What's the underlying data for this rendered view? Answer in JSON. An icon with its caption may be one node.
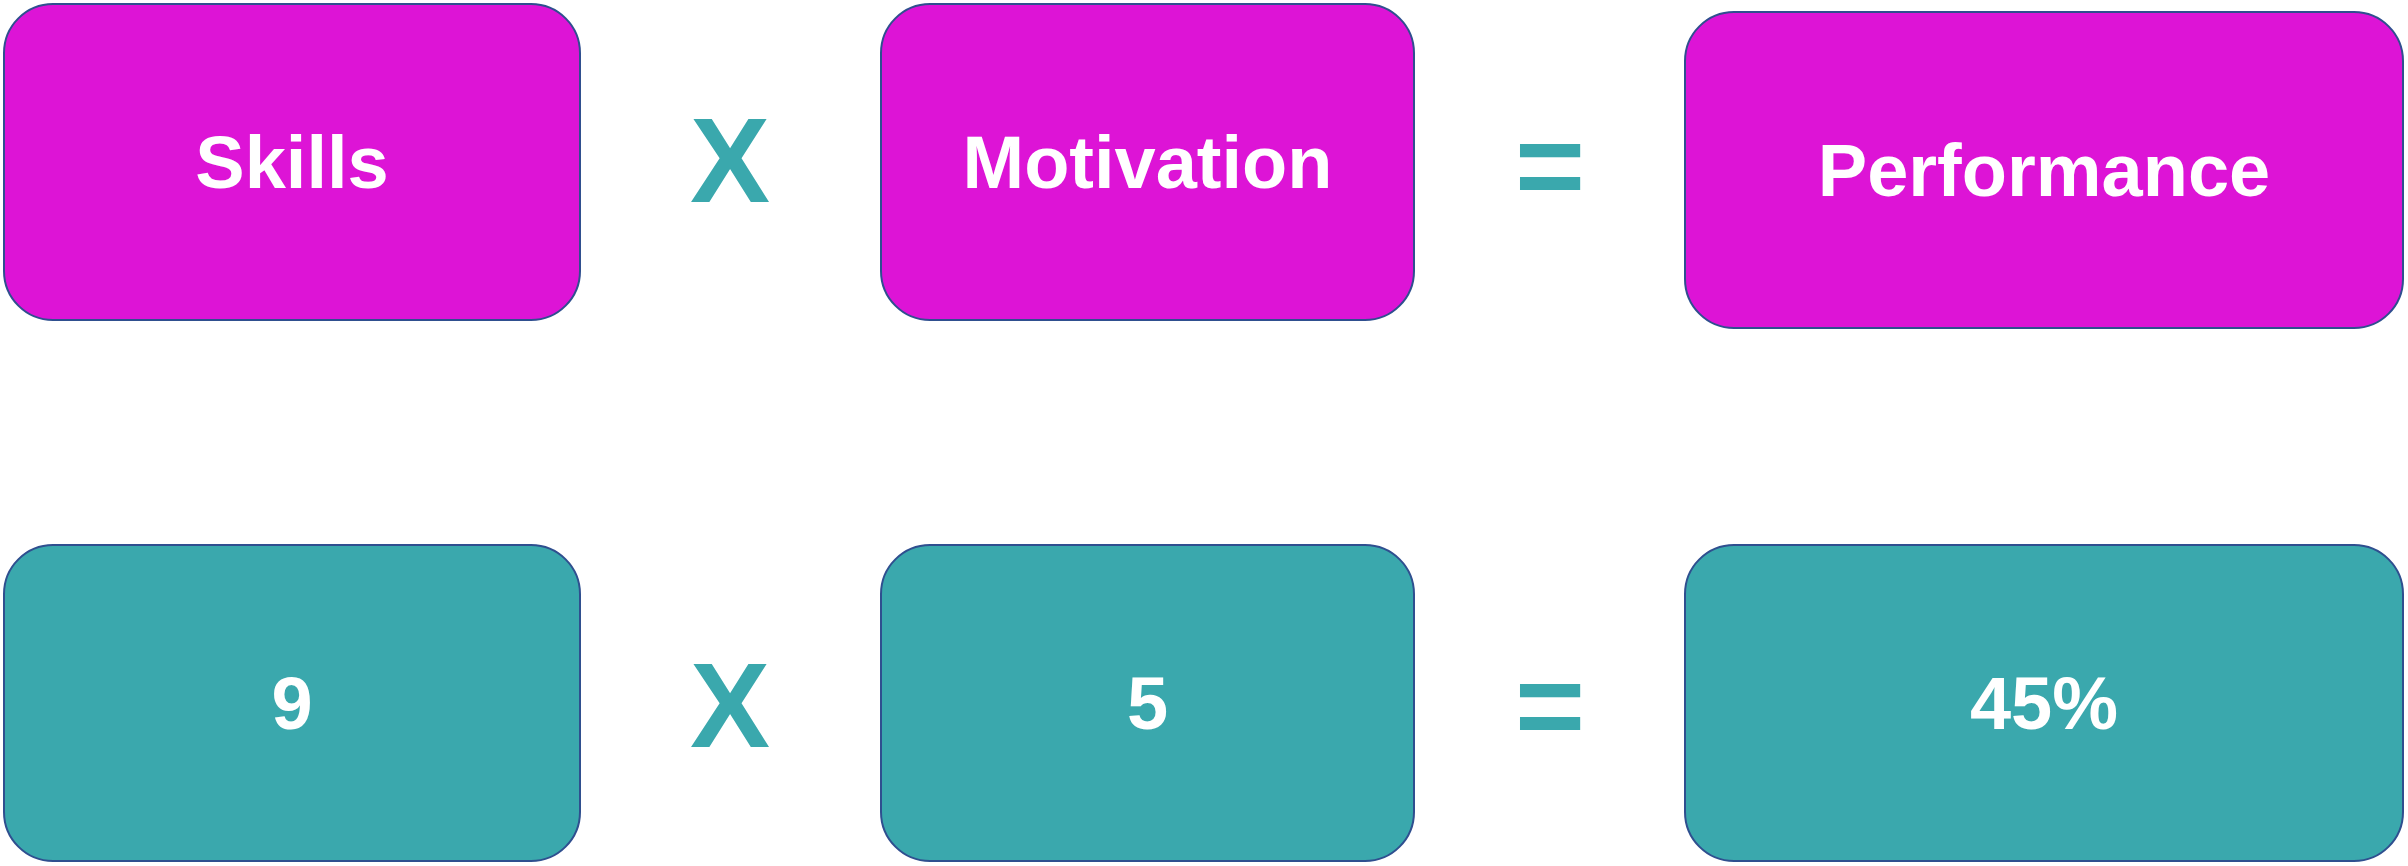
{
  "diagram": {
    "nodes": [
      {
        "text": [
          "Skills"
        ]
      },
      {
        "text": [
          "Motivation"
        ]
      },
      {
        "text": [
          "Performance"
        ]
      },
      {
        "text": [
          "9"
        ]
      },
      {
        "text": [
          "5"
        ]
      },
      {
        "text": [
          "45%"
        ]
      }
    ],
    "labels": [
      "X",
      "=",
      "X",
      "="
    ]
  }
}
